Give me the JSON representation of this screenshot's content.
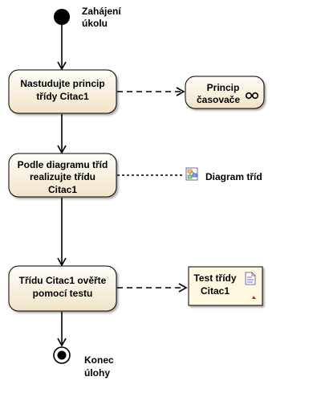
{
  "diagram": {
    "start_label": [
      "Zahájení",
      "úkolu"
    ],
    "end_label": [
      "Konec",
      "úlohy"
    ],
    "actions": [
      {
        "lines": [
          "Nastudujte princip",
          "třídy Citac1"
        ]
      },
      {
        "lines": [
          "Podle diagramu tříd",
          "realizujte třídu",
          "Citac1"
        ]
      },
      {
        "lines": [
          "Třídu Citac1 ověřte",
          "pomocí testu"
        ]
      }
    ],
    "activity_box": {
      "lines": [
        "Princip",
        "časovače"
      ]
    },
    "diagram_link": {
      "label": "Diagram tříd"
    },
    "artifact": {
      "lines": [
        "Test třídy",
        "Citac1"
      ]
    },
    "colors": {
      "action_fill_top": "#fffdf8",
      "action_fill_bottom": "#f3e6cc",
      "border": "#000000",
      "line": "#000000"
    }
  }
}
